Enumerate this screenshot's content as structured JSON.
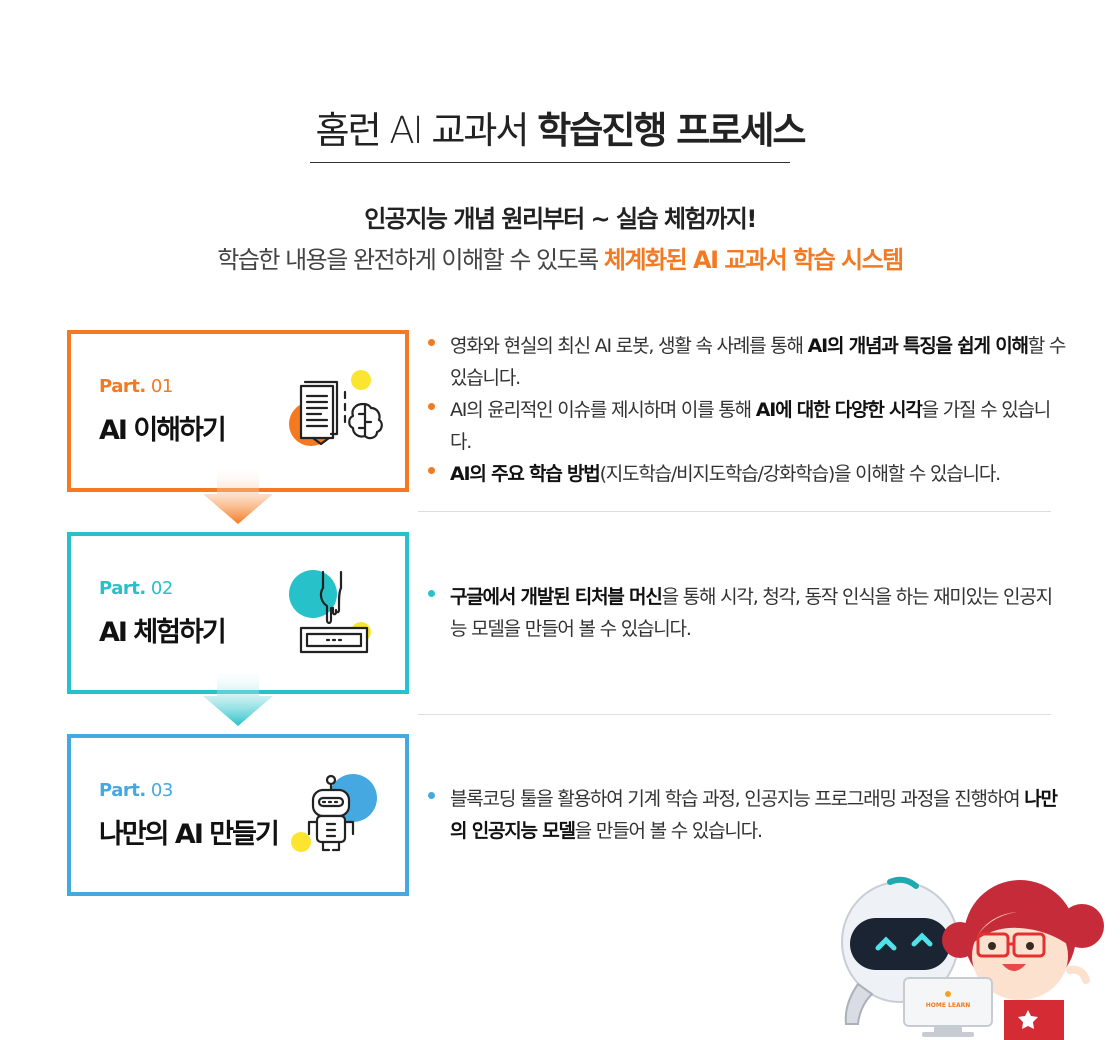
{
  "header": {
    "title_light": "홈런 AI 교과서 ",
    "title_bold": "학습진행 프로세스",
    "subtitle_line1": "인공지능 개념 원리부터 ~ 실습 체험까지!",
    "subtitle_line2_plain": "학습한 내용을 완전하게 이해할 수 있도록 ",
    "subtitle_line2_highlight": "체계화된 AI 교과서 학습 시스템"
  },
  "parts": [
    {
      "part_label": "Part.",
      "part_num": "01",
      "title": "AI 이해하기",
      "icon": "book-brain-icon",
      "color": "#f47920",
      "bullets": [
        {
          "segments": [
            {
              "t": "영화와 현실의 최신 AI  로봇, 생활 속 사례를 통해 ",
              "b": false
            },
            {
              "t": "AI의 개념과 특징을 쉽게 이해",
              "b": true
            },
            {
              "t": "할 수 있습니다.",
              "b": false
            }
          ]
        },
        {
          "segments": [
            {
              "t": "AI의 윤리적인 이슈를 제시하며 이를 통해 ",
              "b": false
            },
            {
              "t": "AI에 대한 다양한 시각",
              "b": true
            },
            {
              "t": "을 가질 수 있습니다.",
              "b": false
            }
          ]
        },
        {
          "segments": [
            {
              "t": "AI의 주요 학습 방법",
              "b": true
            },
            {
              "t": "(지도학습/비지도학습/강화학습)을 이해할 수 있습니다.",
              "b": false
            }
          ]
        }
      ]
    },
    {
      "part_label": "Part.",
      "part_num": "02",
      "title": "AI 체험하기",
      "icon": "hand-keyboard-icon",
      "color": "#26c1c9",
      "bullets": [
        {
          "segments": [
            {
              "t": "구글에서 개발된 티처블 머신",
              "b": true
            },
            {
              "t": "을 통해 시각, 청각, 동작 인식을 하는 재미있는 인공지능 모델을 만들어 볼 수 있습니다.",
              "b": false
            }
          ]
        }
      ]
    },
    {
      "part_label": "Part.",
      "part_num": "03",
      "title": "나만의 AI 만들기",
      "icon": "robot-icon",
      "color": "#46a8e0",
      "bullets": [
        {
          "segments": [
            {
              "t": "블록코딩 툴을 활용하여 기계 학습 과정, 인공지능 프로그래밍 과정을 진행하여 ",
              "b": false
            },
            {
              "t": "나만의 인공지능 모델",
              "b": true
            },
            {
              "t": "을 만들어 볼 수 있습니다.",
              "b": false
            }
          ]
        }
      ]
    }
  ],
  "mascot": {
    "monitor_logo_text": "HOME LEARN"
  }
}
